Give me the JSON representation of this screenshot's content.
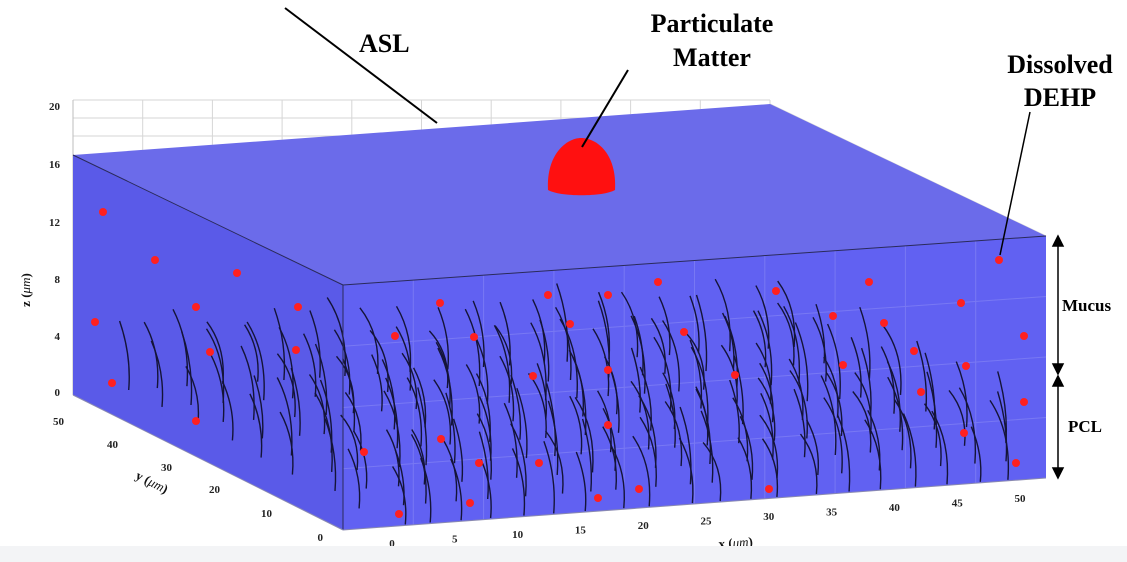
{
  "labels": {
    "asl": "ASL",
    "particulate_line1": "Particulate",
    "particulate_line2": "Matter",
    "dissolved_line1": "Dissolved",
    "dissolved_line2": "DEHP",
    "mucus": "Mucus",
    "pcl": "PCL"
  },
  "axes": {
    "z_label": "z (",
    "y_label": "y (",
    "x_label": "x (",
    "unit": "μm",
    "close": ")",
    "z_ticks": [
      "20",
      "16",
      "12",
      "8",
      "4",
      "0"
    ],
    "y_ticks": [
      "50",
      "40",
      "30",
      "20",
      "10",
      "0"
    ],
    "x_ticks": [
      "0",
      "5",
      "10",
      "15",
      "20",
      "25",
      "30",
      "35",
      "40",
      "45",
      "50"
    ]
  },
  "colors": {
    "top_face": "#6b6bea",
    "front_face": "#6161f2",
    "left_face": "#5a5ae8",
    "dots": "#ff2020",
    "particle": "#ff1010",
    "cilia": "#141438"
  },
  "icons": {
    "mucus_arrow": "double-arrow-vertical",
    "pcl_arrow": "double-arrow-vertical"
  }
}
